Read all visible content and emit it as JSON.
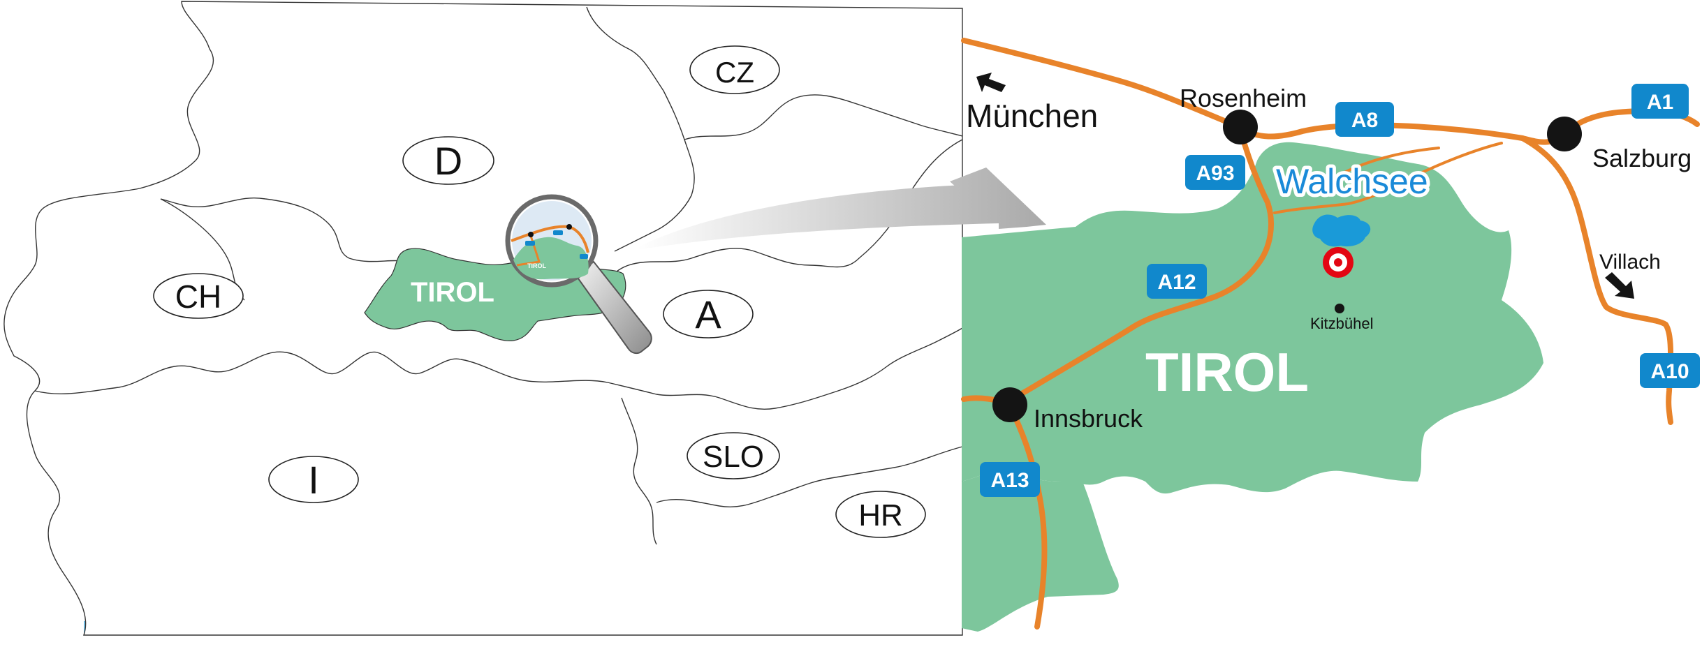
{
  "colors": {
    "tirol_green": "#7dc69c",
    "water_blue": "#77c5ee",
    "highway_orange": "#e8832a",
    "highway_badge": "#1188cc",
    "walchsee_text": "#1a8ad8",
    "marker_red": "#e30613"
  },
  "overview_map": {
    "countries": {
      "cz": "CZ",
      "d": "D",
      "ch": "CH",
      "a": "A",
      "i": "I",
      "slo": "SLO",
      "hr": "HR"
    },
    "region_label": "TIROL",
    "magnifier_icon": "magnifying-glass-icon",
    "arrow_icon": "zoom-arrow-icon"
  },
  "detail_map": {
    "region_label": "TIROL",
    "lake_label": "Walchsee",
    "cities": {
      "muenchen": "München",
      "rosenheim": "Rosenheim",
      "salzburg": "Salzburg",
      "villach": "Villach",
      "innsbruck": "Innsbruck",
      "kitzbuehel": "Kitzbühel"
    },
    "highways": {
      "a1": "A1",
      "a8": "A8",
      "a93": "A93",
      "a12": "A12",
      "a10": "A10",
      "a13": "A13"
    },
    "icons": [
      "direction-arrow-icon",
      "location-marker-icon"
    ]
  }
}
